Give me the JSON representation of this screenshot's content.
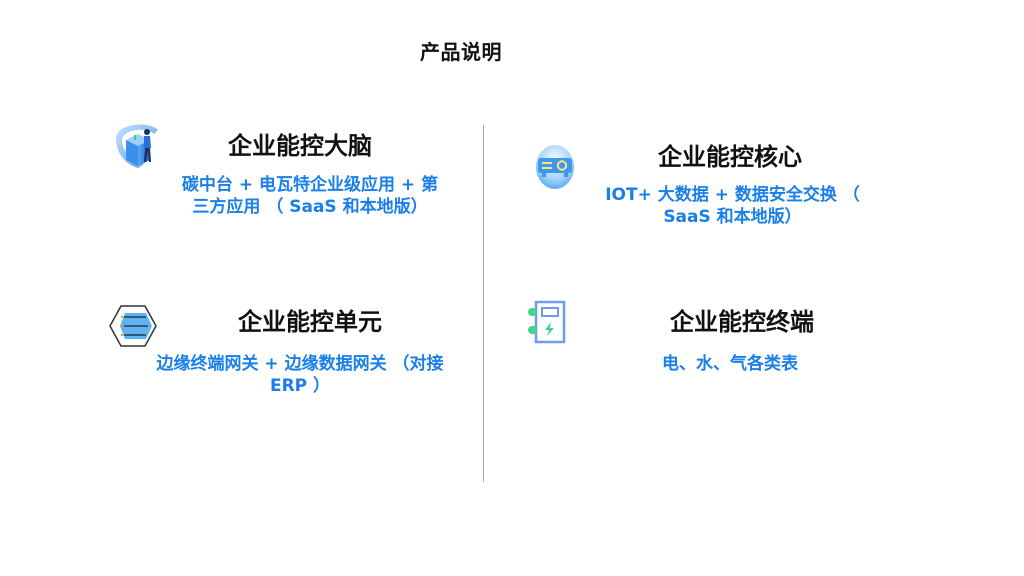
{
  "page": {
    "title": "产品说明"
  },
  "colors": {
    "accent_text": "#1a7fe8",
    "title_text": "#111111",
    "divider": "#a8a8a8"
  },
  "cards": [
    {
      "id": "brain",
      "icon": "server-person-icon",
      "title": "企业能控大脑",
      "description": "碳中台 + 电瓦特企业级应用 + 第三方应用 （ SaaS 和本地版）"
    },
    {
      "id": "core",
      "icon": "projector-icon",
      "title": "企业能控核心",
      "description": "IOT+ 大数据 + 数据安全交换 （ SaaS 和本地版）"
    },
    {
      "id": "unit",
      "icon": "hexagon-list-icon",
      "title": "企业能控单元",
      "description": "边缘终端网关 + 边缘数据网关 （对接 ERP ）"
    },
    {
      "id": "terminal",
      "icon": "meter-notebook-icon",
      "title": "企业能控终端",
      "description": "电、水、气各类表"
    }
  ]
}
